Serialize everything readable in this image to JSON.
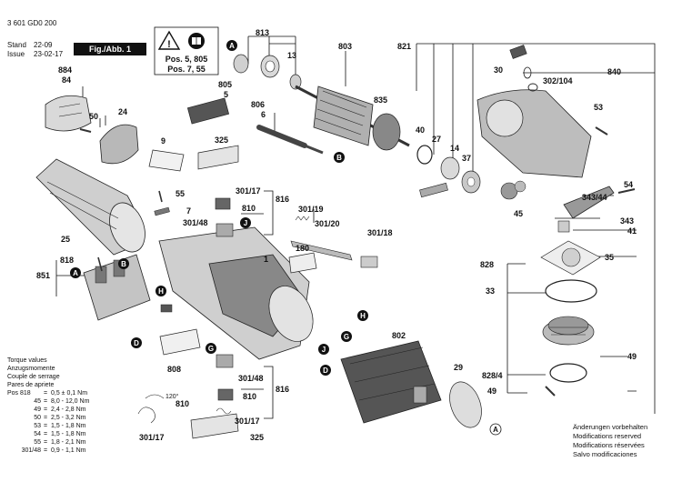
{
  "header": {
    "doc_number": "3 601 GD0 200",
    "stand_label": "Stand",
    "stand_value": "22-09",
    "issue_label": "Issue",
    "issue_value": "23-02-17",
    "fig_label": "Fig./Abb. 1"
  },
  "warning_box": {
    "line1": "Pos. 5, 805",
    "line2": "Pos. 7, 55"
  },
  "callouts": [
    "884",
    "84",
    "50",
    "24",
    "9",
    "805",
    "5",
    "806",
    "6",
    "325",
    "813",
    "13",
    "803",
    "835",
    "821",
    "30",
    "840",
    "302/104",
    "53",
    "40",
    "27",
    "14",
    "37",
    "7",
    "55",
    "301/17",
    "816",
    "810",
    "301/48",
    "301/19",
    "301/20",
    "301/18",
    "25",
    "818",
    "851",
    "180",
    "1",
    "343/44",
    "54",
    "45",
    "343",
    "41",
    "35",
    "828",
    "33",
    "802",
    "29",
    "808",
    "301/48",
    "810",
    "816",
    "301/17",
    "325",
    "810",
    "301/17",
    "49",
    "828/4",
    "49"
  ],
  "angle_label": "120°",
  "connectors": [
    "A",
    "B",
    "J",
    "A",
    "B",
    "H",
    "D",
    "G",
    "H",
    "G",
    "J",
    "D",
    "A"
  ],
  "torque": {
    "title_lines": [
      "Torque values",
      "Anzugsmomente",
      "Couple de serrage",
      "Pares de apriete"
    ],
    "rows": [
      {
        "pos": "Pos 818",
        "eq": "=",
        "val": "0,5 ± 0,1 Nm"
      },
      {
        "pos": "45",
        "eq": "=",
        "val": "8,0 - 12,0 Nm"
      },
      {
        "pos": "49",
        "eq": "=",
        "val": "2,4 - 2,8 Nm"
      },
      {
        "pos": "50",
        "eq": "=",
        "val": "2,5 - 3,2 Nm"
      },
      {
        "pos": "53",
        "eq": "=",
        "val": "1,5 - 1,8 Nm"
      },
      {
        "pos": "54",
        "eq": "=",
        "val": "1,5 - 1,8 Nm"
      },
      {
        "pos": "55",
        "eq": "=",
        "val": "1,8 - 2,1 Nm"
      },
      {
        "pos": "301/48",
        "eq": "=",
        "val": "0,9 - 1,1 Nm"
      }
    ]
  },
  "modifications": [
    "Änderungen vorbehalten",
    "Modifications reserved",
    "Modifications réservées",
    "Salvo modificaciones"
  ],
  "colors": {
    "connector": "#111111",
    "ink": "#111111",
    "part_fill": "#d9d9d9",
    "part_dark": "#555555"
  }
}
